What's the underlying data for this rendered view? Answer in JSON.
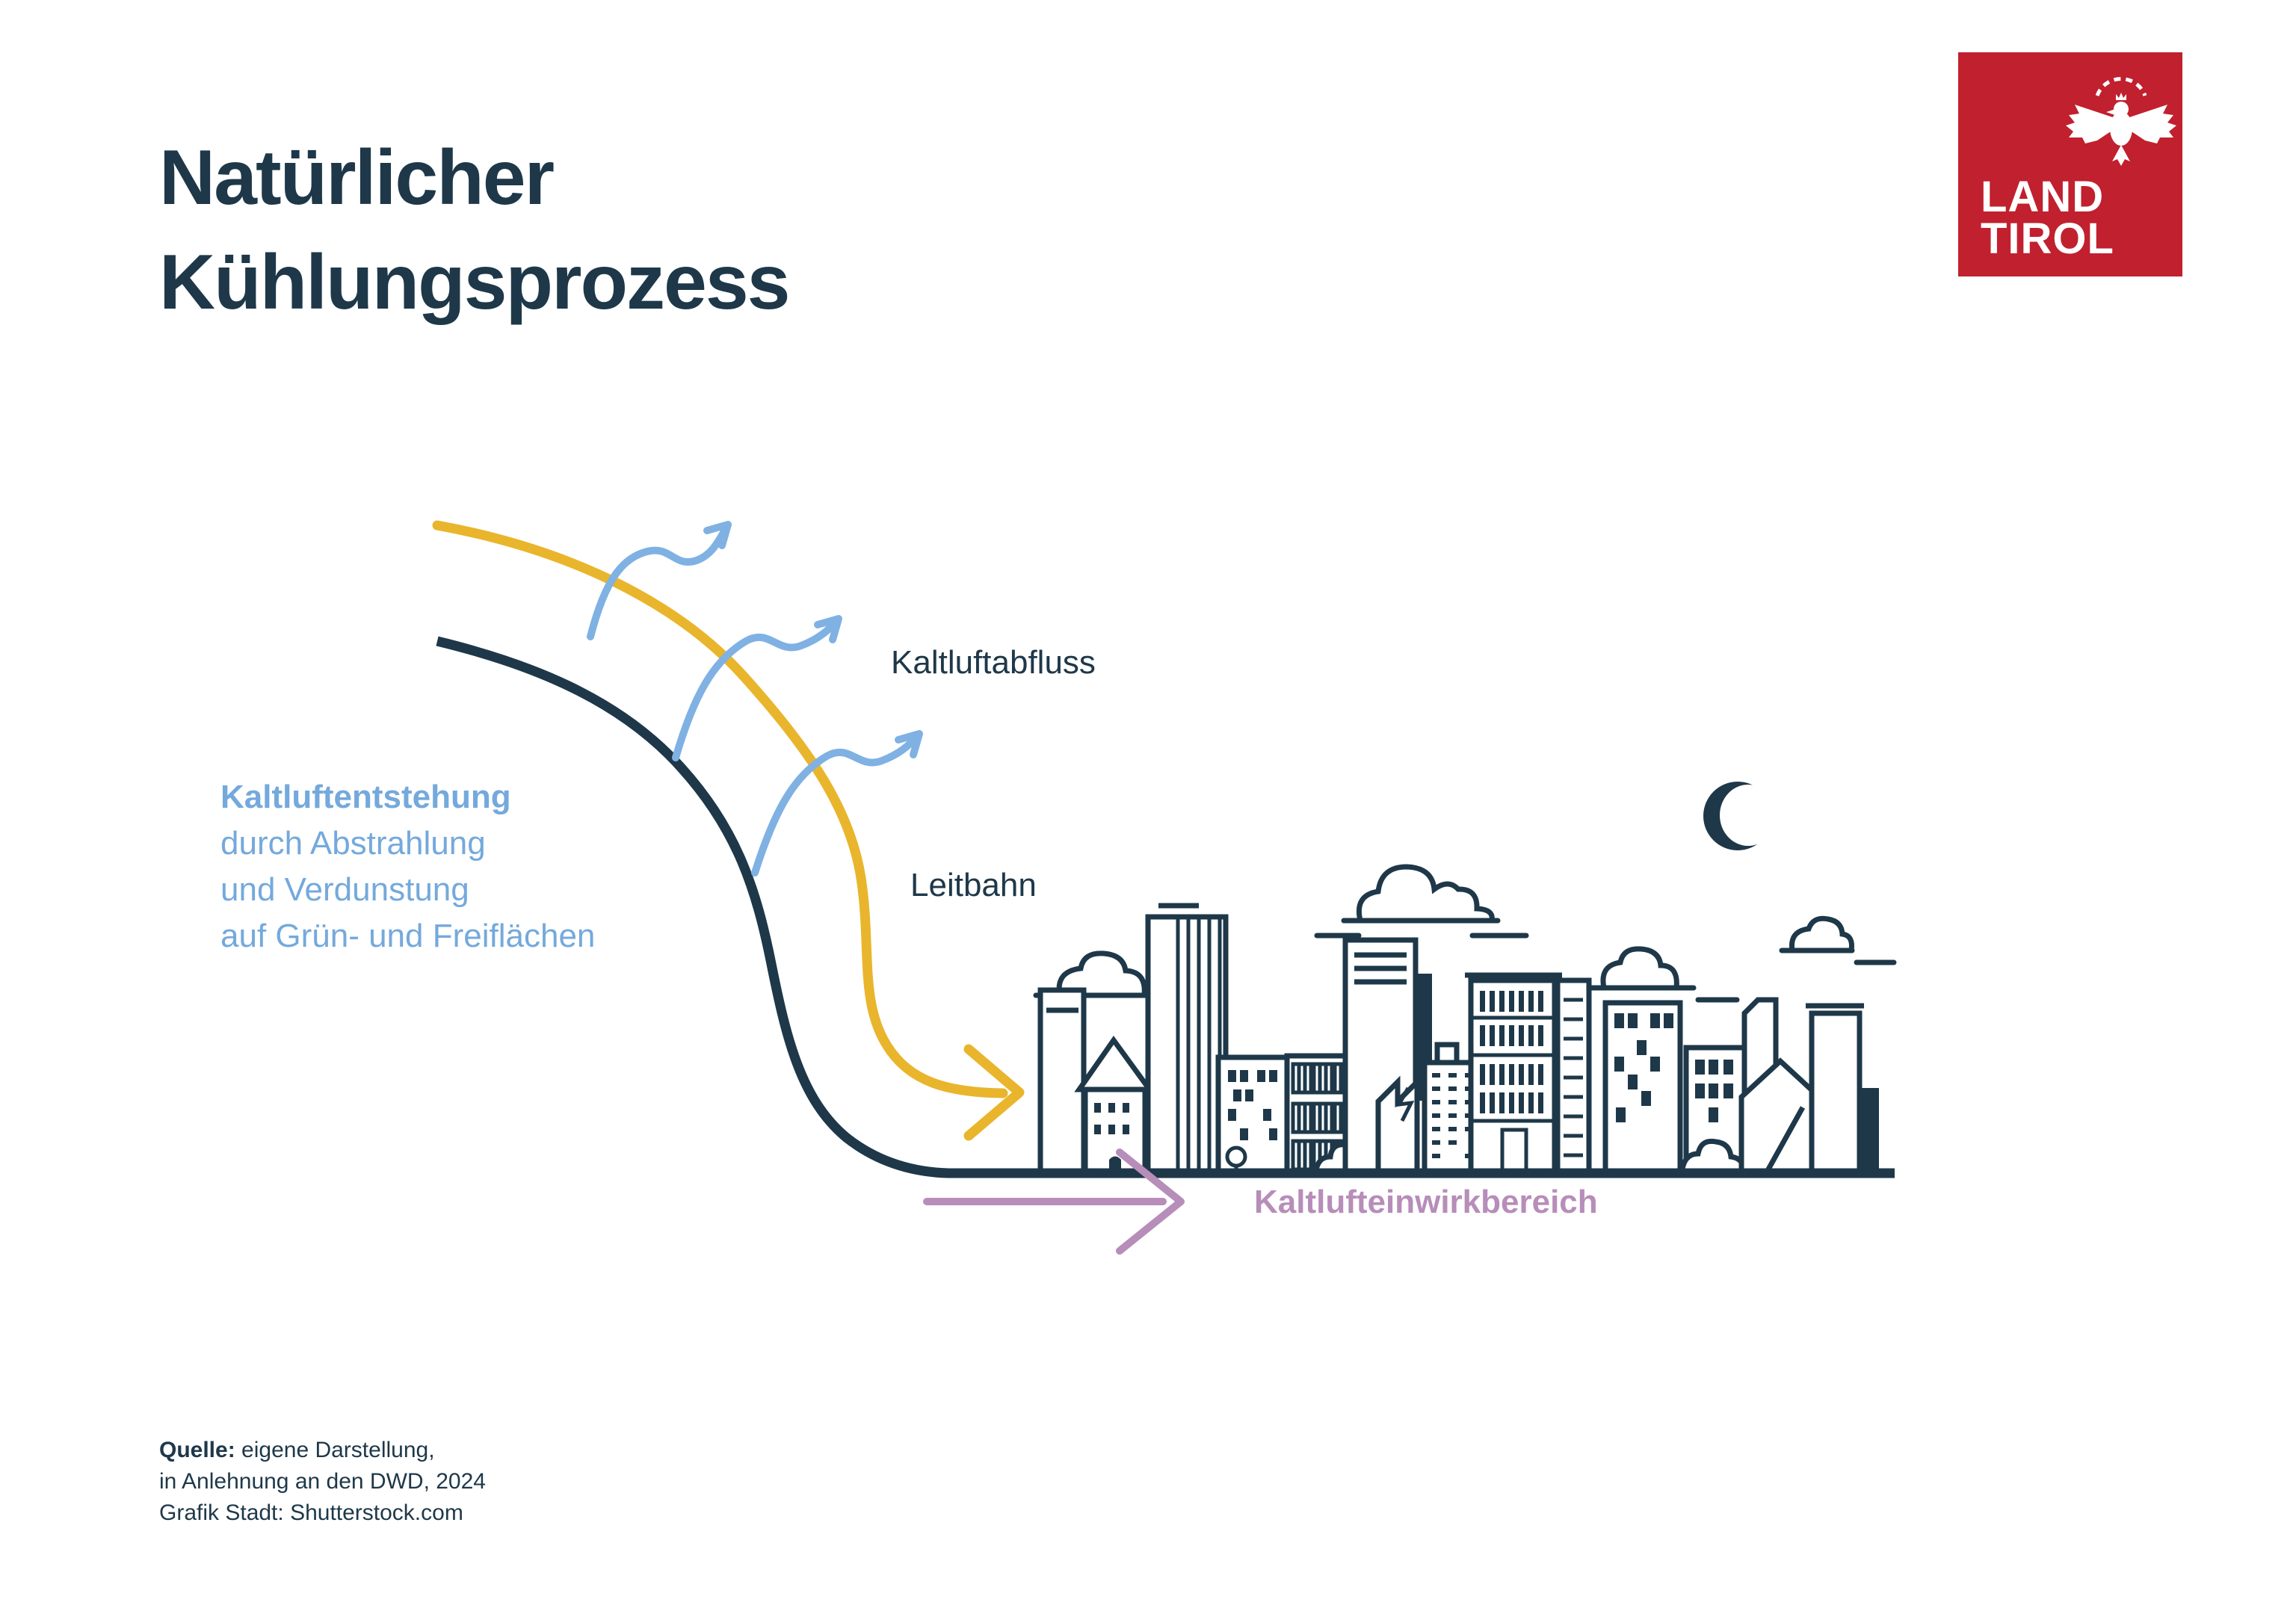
{
  "colors": {
    "navy": "#1e3849",
    "yellow": "#e9b52c",
    "blue": "#7fb1e3",
    "bluetext": "#74a9dc",
    "purple": "#b78db9",
    "red": "#c1202e",
    "bg": "#ffffff"
  },
  "header": {
    "title_line1": "Natürlicher",
    "title_line2": "Kühlungsprozess"
  },
  "logo": {
    "line1": "LAND",
    "line2": "TIROL",
    "emblem": "tyrolean-eagle"
  },
  "diagram": {
    "entstehung": {
      "line1": "Kaltluftentstehung",
      "line2": "durch Abstrahlung",
      "line3": "und Verdunstung",
      "line4": "auf Grün- und Freiflächen"
    },
    "kaltluftabfluss": "Kaltluftabfluss",
    "leitbahn": "Leitbahn",
    "kaltlufteinwirkbereich": "Kaltlufteinwirkbereich",
    "icons": {
      "moon": "crescent-moon-icon",
      "clouds": "cloud-icon",
      "city": "city-skyline",
      "cold_air_arrows": "wavy-arrow-icon",
      "leitbahn_arrow": "curved-yellow-arrow-icon",
      "einwirk_arrow": "right-arrow-icon"
    }
  },
  "source": {
    "label": "Quelle:",
    "line1_rest": " eigene Darstellung,",
    "line2": "in Anlehnung an den DWD, 2024",
    "line3": "Grafik Stadt: Shutterstock.com"
  }
}
